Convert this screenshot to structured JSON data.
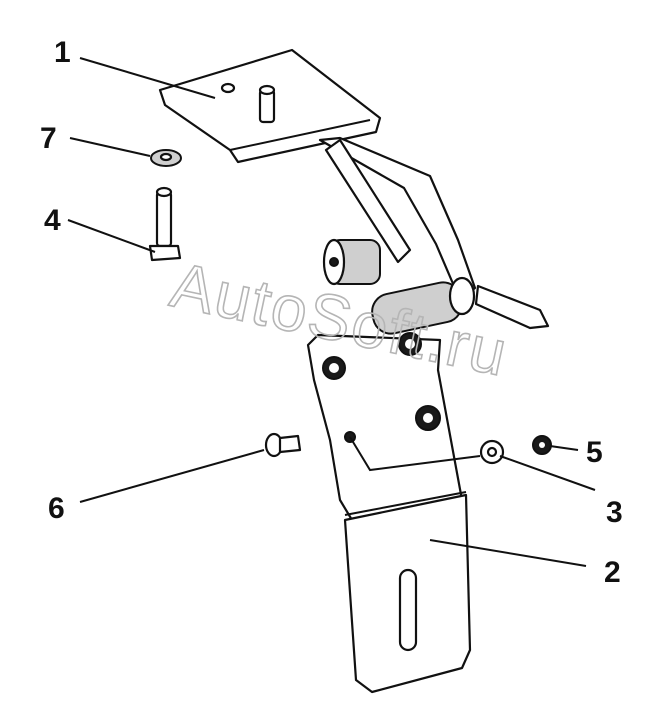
{
  "watermark": "AutoSoft.ru",
  "callouts": [
    {
      "id": "1",
      "label": "1"
    },
    {
      "id": "2",
      "label": "2"
    },
    {
      "id": "3",
      "label": "3"
    },
    {
      "id": "4",
      "label": "4"
    },
    {
      "id": "5",
      "label": "5"
    },
    {
      "id": "6",
      "label": "6"
    },
    {
      "id": "7",
      "label": "7"
    }
  ]
}
